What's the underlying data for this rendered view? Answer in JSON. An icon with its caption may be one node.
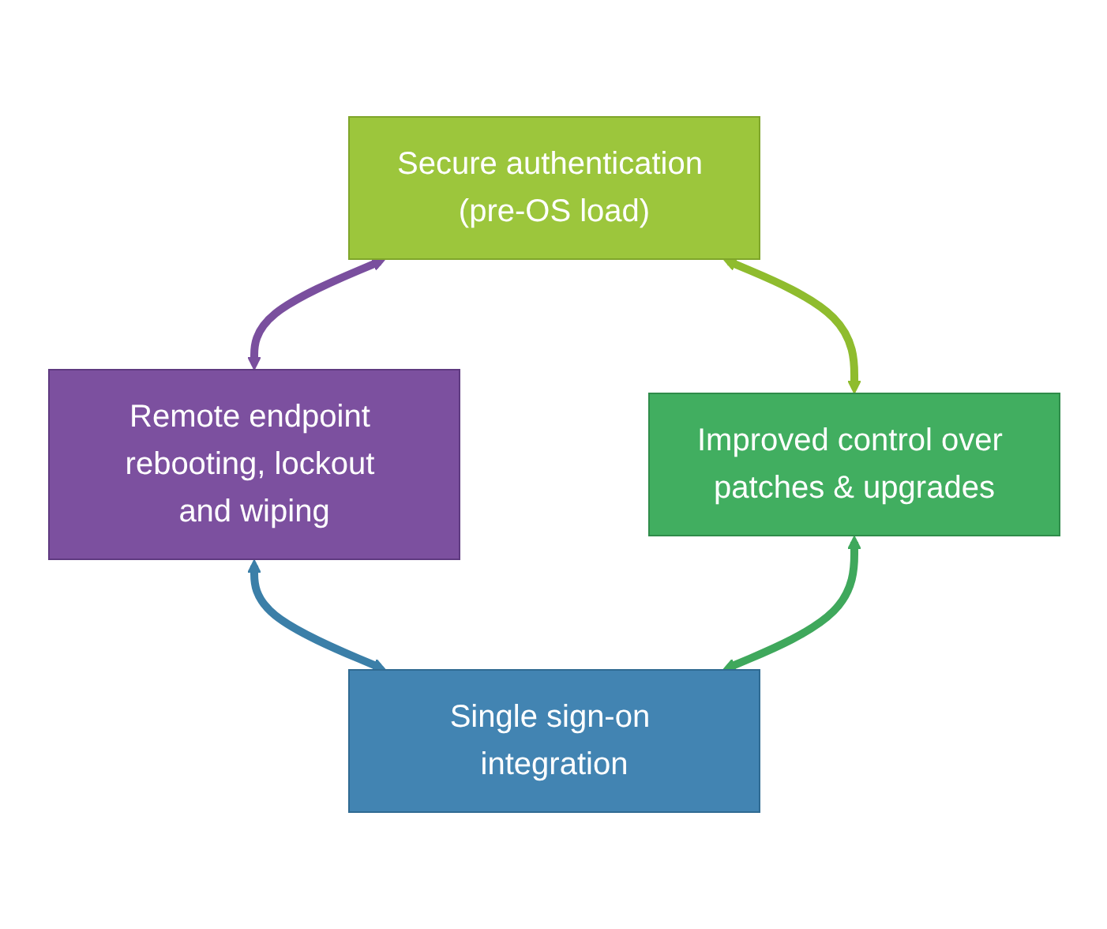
{
  "diagram": {
    "nodes": [
      {
        "text": [
          "Secure authentication (pre-OS load)"
        ]
      },
      {
        "text": [
          "Remote endpoint rebooting, lockout and wiping"
        ]
      },
      {
        "text": [
          "Improved control over patches & upgrades"
        ]
      },
      {
        "text": [
          "Single sign-on integration"
        ]
      }
    ],
    "edges": [
      {
        "from": 0,
        "to": 1,
        "arrow": "both",
        "color": "#7a4f9e"
      },
      {
        "from": 0,
        "to": 2,
        "arrow": "both",
        "color": "#8fbc2e"
      },
      {
        "from": 1,
        "to": 3,
        "arrow": "both",
        "color": "#3b7fa8"
      },
      {
        "from": 2,
        "to": 3,
        "arrow": "both",
        "color": "#3fa85c"
      }
    ]
  }
}
